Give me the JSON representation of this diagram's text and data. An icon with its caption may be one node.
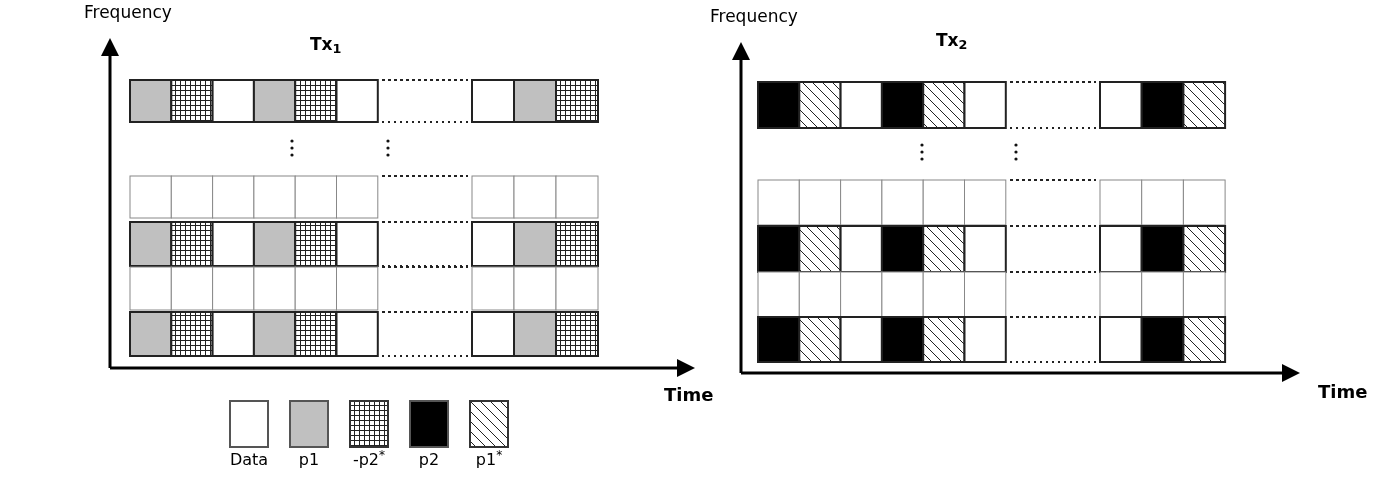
{
  "diagram": {
    "labels": [
      "Frequency",
      "Tx$_{1}$",
      "Time",
      "Frequency",
      "Tx$_{2}$",
      "Time"
    ],
    "legend": [
      {
        "text": "Data",
        "color": "#ffffff"
      },
      {
        "text": "p1",
        "color": "#c0c0c0"
      },
      {
        "text": "-p2$^{*}$"
      },
      {
        "text": "p2",
        "color": "#000000"
      },
      {
        "text": "p1$^{*}$"
      }
    ]
  }
}
